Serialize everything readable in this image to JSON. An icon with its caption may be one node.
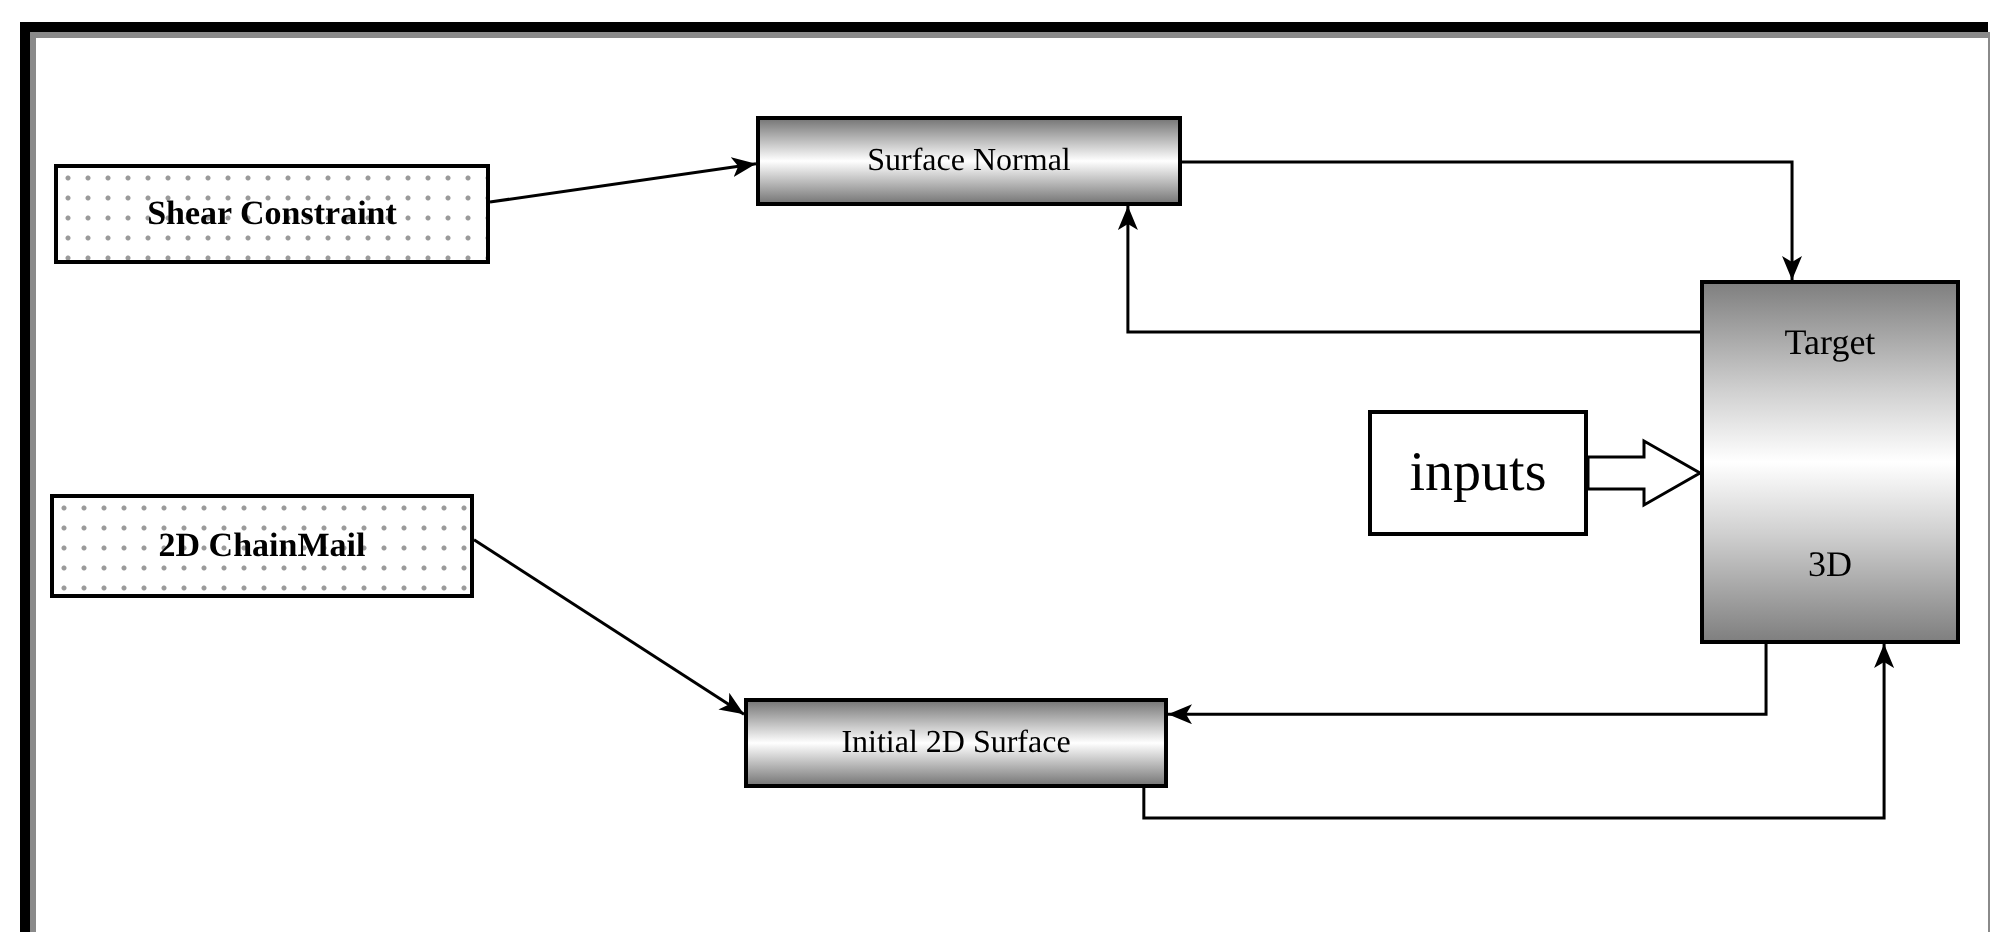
{
  "diagram": {
    "nodes": [
      {
        "text": [
          "Shear Constraint"
        ]
      },
      {
        "text": [
          "Surface Normal"
        ]
      },
      {
        "text": [
          "Target",
          "3D"
        ]
      },
      {
        "text": [
          "inputs"
        ]
      },
      {
        "text": [
          "2D ChainMail"
        ]
      },
      {
        "text": [
          "Initial 2D Surface"
        ]
      }
    ],
    "edges": [
      {
        "from": 0,
        "to": 1,
        "arrow": "to"
      },
      {
        "from": 1,
        "to": 2,
        "arrow": "to"
      },
      {
        "from": 2,
        "to": 1,
        "arrow": "to"
      },
      {
        "from": 3,
        "to": 2,
        "arrow": "to",
        "style": "thick"
      },
      {
        "from": 4,
        "to": 5,
        "arrow": "to"
      },
      {
        "from": 2,
        "to": 5,
        "arrow": "to"
      },
      {
        "from": 5,
        "to": 2,
        "arrow": "to"
      }
    ]
  }
}
